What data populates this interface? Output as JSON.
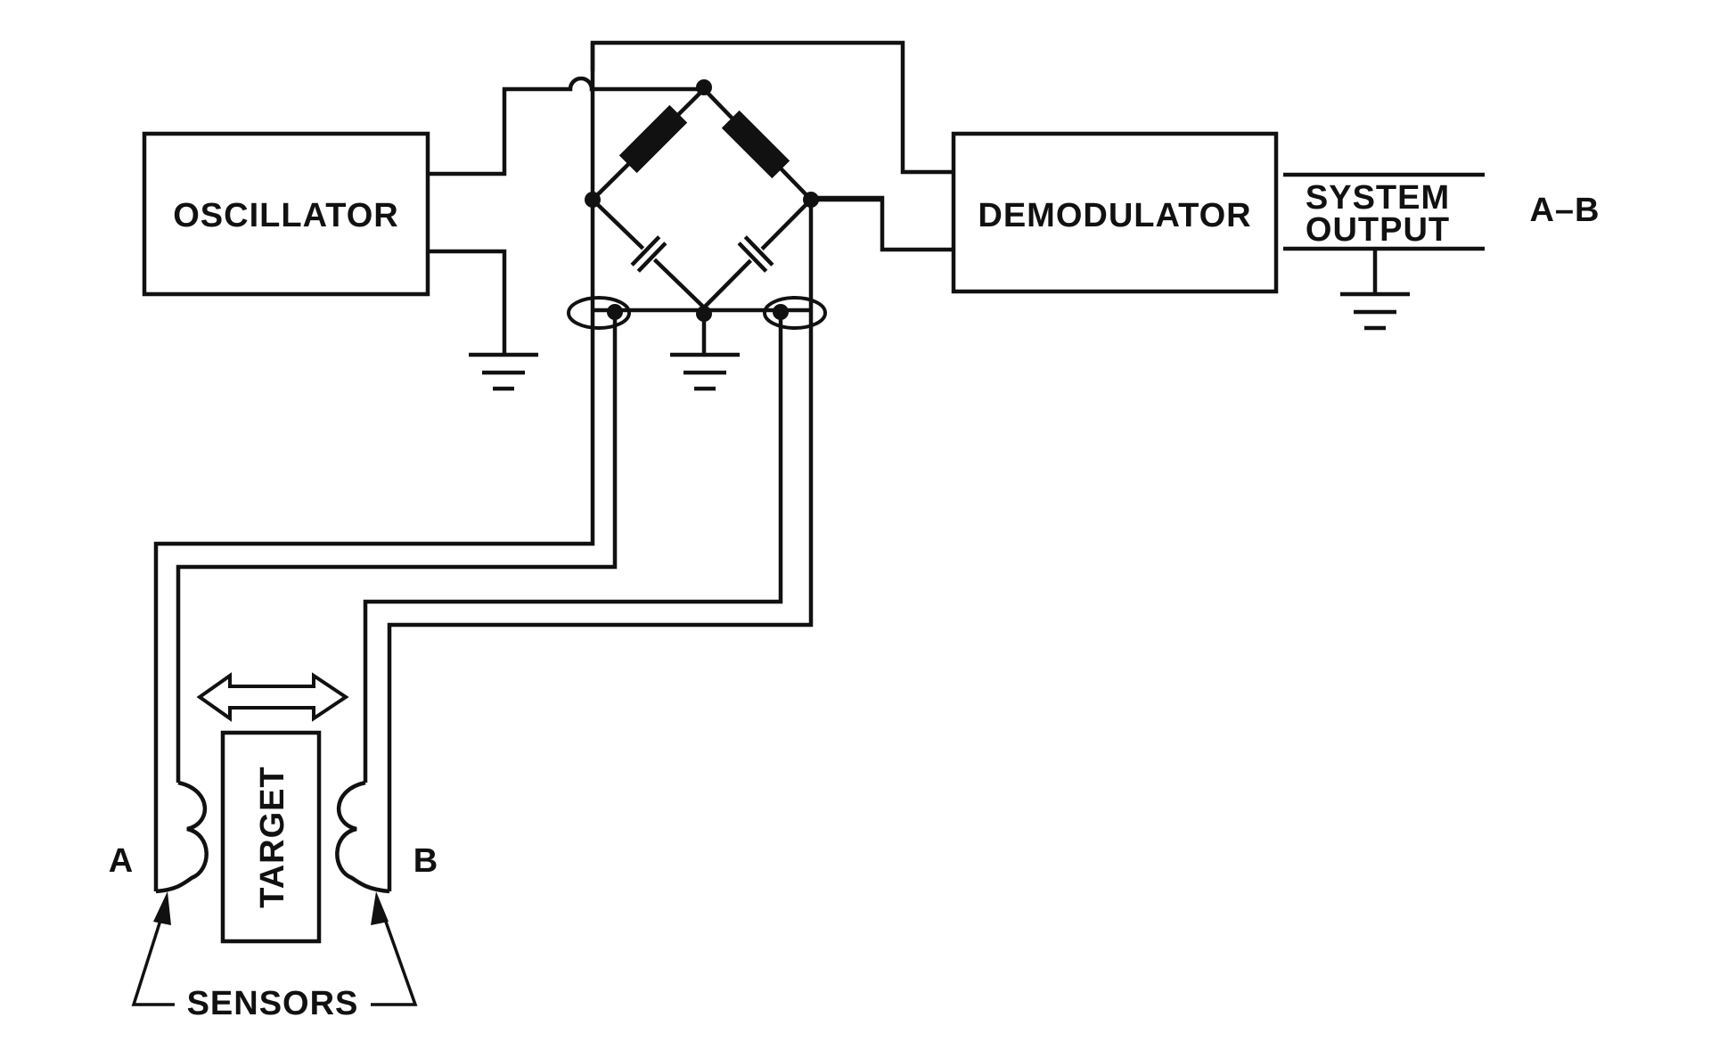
{
  "blocks": {
    "oscillator": "OSCILLATOR",
    "demodulator": "DEMODULATOR"
  },
  "output": {
    "line1": "SYSTEM",
    "line2": "OUTPUT",
    "expression": "A–B"
  },
  "target": "TARGET",
  "sensors": {
    "label": "SENSORS",
    "a": "A",
    "b": "B"
  }
}
